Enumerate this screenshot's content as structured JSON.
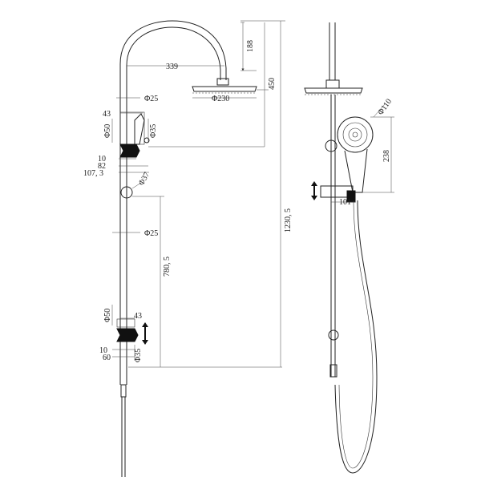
{
  "diagram": {
    "dims": {
      "d188": "188",
      "d450": "450",
      "d339": "339",
      "d230": "Φ230",
      "d1230": "1230, 5",
      "d25a": "Φ25",
      "d43a": "43",
      "d50a": "Φ50",
      "d35a": "Φ35",
      "d10a": "10",
      "d82": "82",
      "d107": "107, 3",
      "d37": "Φ37",
      "d25b": "Φ25",
      "d780": "780, 5",
      "d50b": "Φ50",
      "d43b": "43",
      "d10b": "10",
      "d60": "60",
      "d35b": "Φ35",
      "d110": "Φ110",
      "d238": "238",
      "d101": "101"
    }
  }
}
